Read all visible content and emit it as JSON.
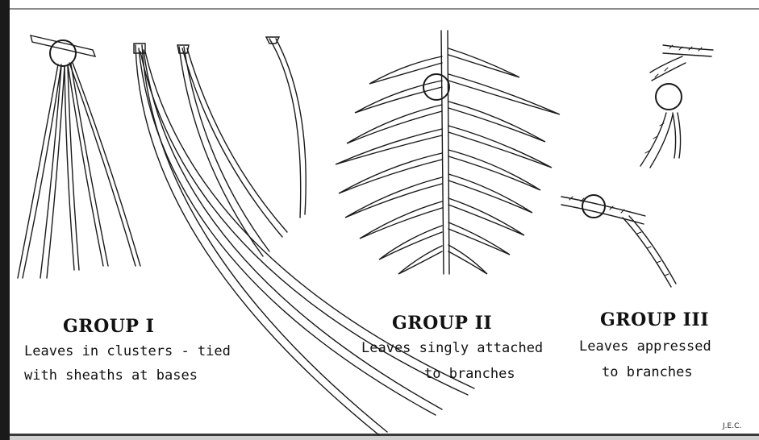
{
  "groups": [
    {
      "heading": "GROUP I",
      "caption_line1": "Leaves in clusters - tied",
      "caption_line2": "with sheaths at bases"
    },
    {
      "heading": "GROUP II",
      "caption_line1": "Leaves singly attached",
      "caption_line2": "to branches"
    },
    {
      "heading": "GROUP III",
      "caption_line1": "Leaves appressed",
      "caption_line2": "to branches"
    }
  ],
  "signature": "J.E.C.",
  "colors": {
    "ink": "#1a1a1a",
    "paper": "#ffffff"
  }
}
